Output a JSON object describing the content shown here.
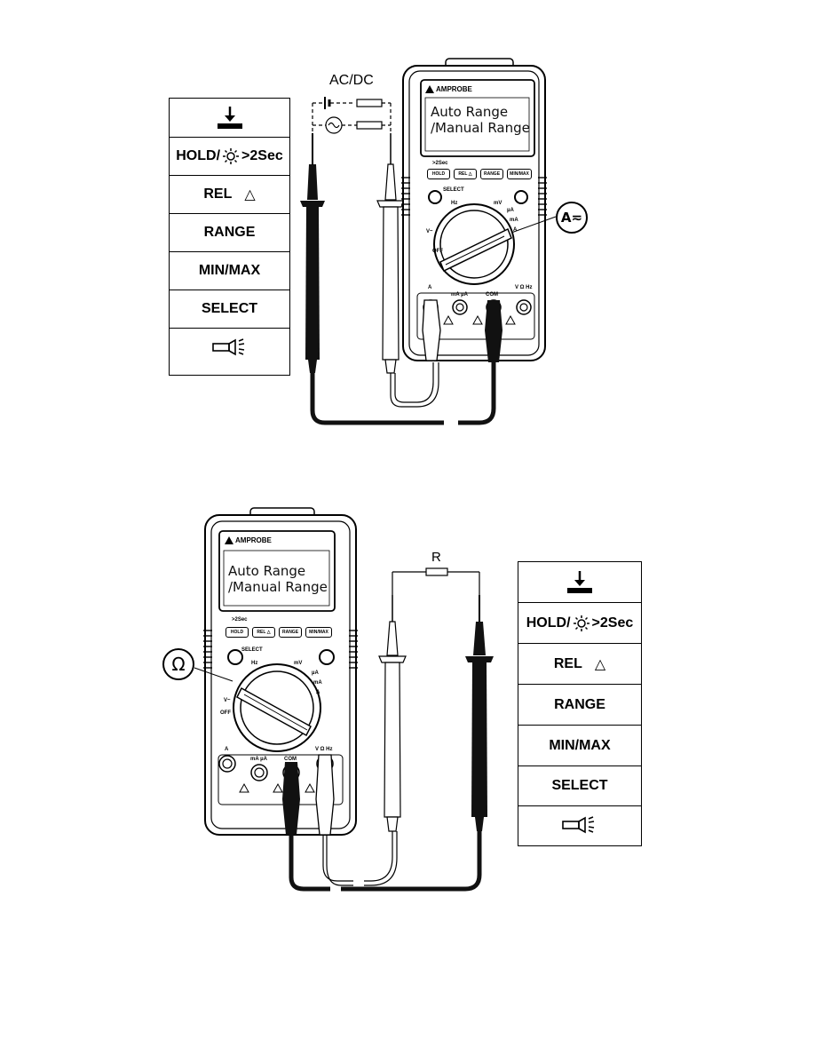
{
  "figure1": {
    "circuit_label": "AC/DC",
    "lcd_line1": "Auto Range",
    "lcd_line2": "/Manual Range",
    "brand": "AMPROBE",
    "function_badge": "A≂",
    "legend": [
      "HOLD/",
      ">2Sec",
      "REL",
      "△",
      "RANGE",
      "MIN/MAX",
      "SELECT"
    ],
    "keys": [
      "HOLD",
      "REL △",
      "RANGE",
      "MIN/MAX"
    ],
    "select_label": "SELECT",
    "backlight_hint": ">2Sec",
    "jack_labels": [
      "A",
      "mA µA",
      "COM",
      "V Ω Hz"
    ],
    "dial_labels": [
      "OFF",
      "V~",
      "Hz",
      "mV",
      "µA",
      "mA",
      "A"
    ]
  },
  "figure2": {
    "resistor_label": "R",
    "lcd_line1": "Auto Range",
    "lcd_line2": "/Manual Range",
    "brand": "AMPROBE",
    "function_badge": "Ω",
    "legend": [
      "HOLD/",
      ">2Sec",
      "REL",
      "△",
      "RANGE",
      "MIN/MAX",
      "SELECT"
    ],
    "keys": [
      "HOLD",
      "REL △",
      "RANGE",
      "MIN/MAX"
    ],
    "select_label": "SELECT",
    "backlight_hint": ">2Sec",
    "jack_labels": [
      "A",
      "mA µA",
      "COM",
      "V Ω Hz"
    ],
    "dial_labels": [
      "OFF",
      "V~",
      "Hz",
      "mV",
      "µA",
      "mA",
      "A"
    ]
  }
}
